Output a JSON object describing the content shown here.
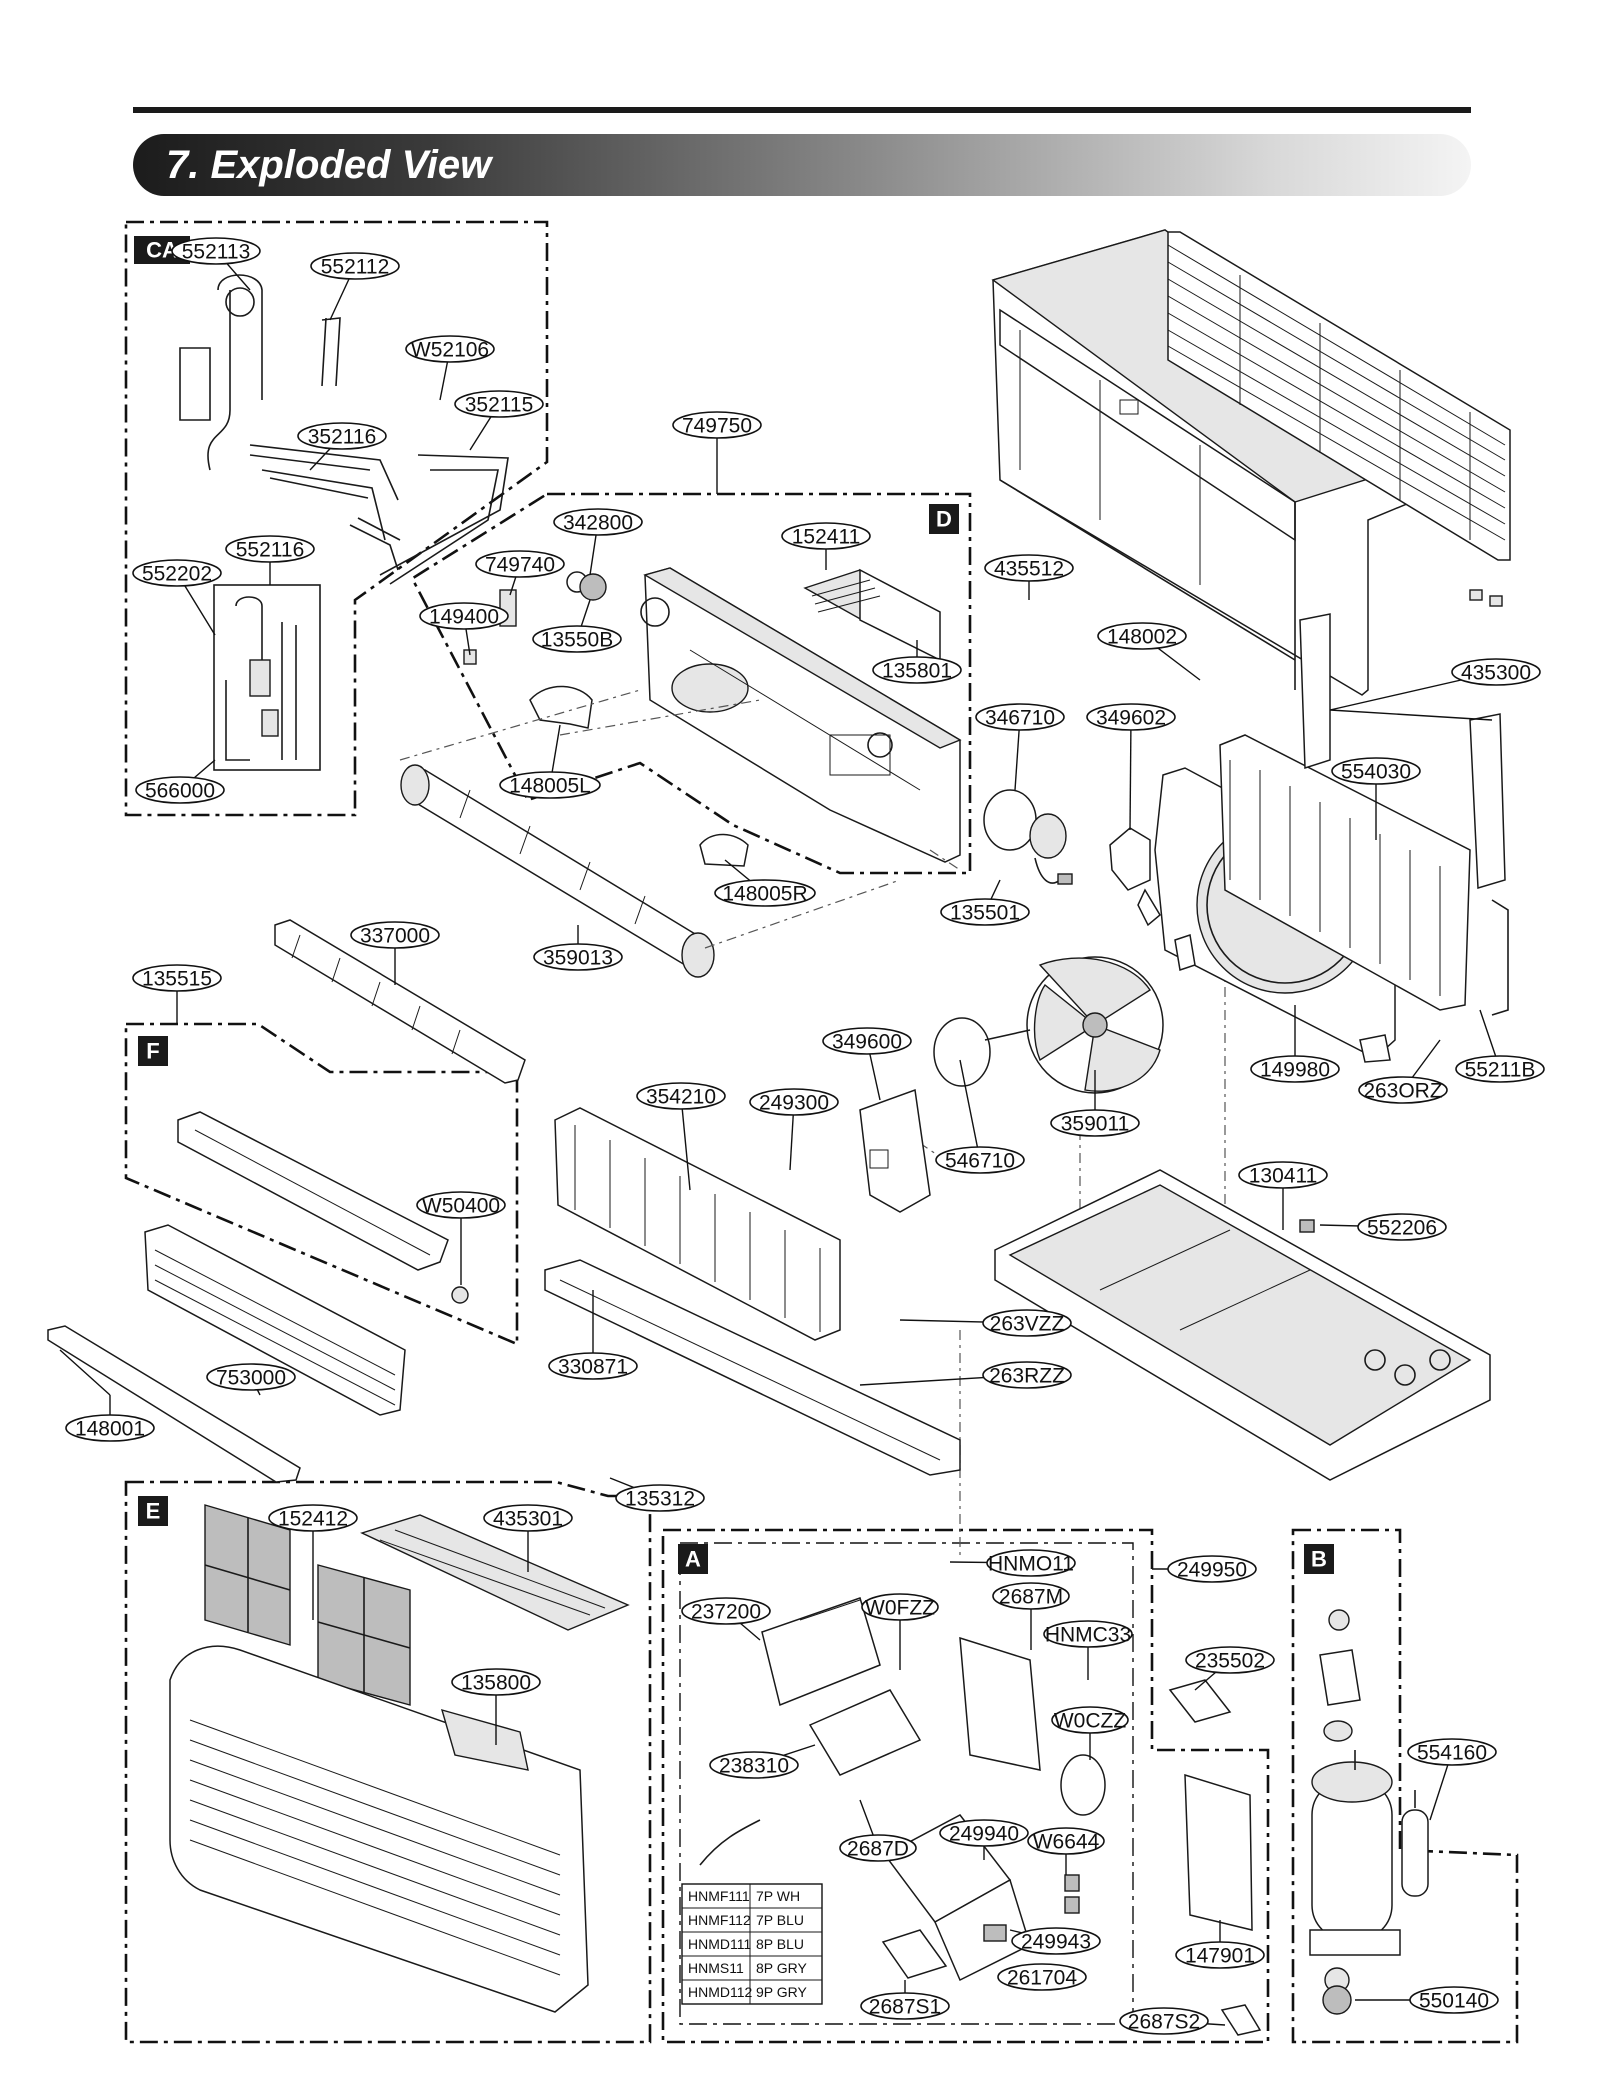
{
  "header": {
    "title": "7. Exploded View"
  },
  "groups": [
    {
      "id": "CA",
      "label": "CA"
    },
    {
      "id": "D",
      "label": "D"
    },
    {
      "id": "F",
      "label": "F"
    },
    {
      "id": "E",
      "label": "E"
    },
    {
      "id": "A",
      "label": "A"
    },
    {
      "id": "B",
      "label": "B"
    }
  ],
  "callouts": [
    "552113",
    "552112",
    "W52106",
    "352115",
    "352116",
    "552116",
    "552202",
    "566000",
    "749750",
    "342800",
    "749740",
    "149400",
    "13550B",
    "152411",
    "135801",
    "148005L",
    "148005R",
    "359013",
    "435512",
    "148002",
    "435300",
    "346710",
    "349602",
    "554030",
    "135501",
    "149980",
    "263ORZ",
    "55211B",
    "337000",
    "135515",
    "349600",
    "249300",
    "354210",
    "546710",
    "359011",
    "130411",
    "552206",
    "W50400",
    "753000",
    "148001",
    "263VZZ",
    "263RZZ",
    "330871",
    "135312",
    "152412",
    "435301",
    "135800",
    "HNMO11",
    "249950",
    "W0FZZ",
    "2687M",
    "237200",
    "HNMC33",
    "W0CZZ",
    "238310",
    "249940",
    "2687D",
    "W6644",
    "249943",
    "261704",
    "2687S1",
    "235502",
    "147901",
    "2687S2",
    "554160",
    "550140"
  ],
  "harness_table": {
    "rows": [
      {
        "code": "HNMF111",
        "desc": "7P WH"
      },
      {
        "code": "HNMF112",
        "desc": "7P BLU"
      },
      {
        "code": "HNMD111",
        "desc": "8P BLU"
      },
      {
        "code": "HNMS11",
        "desc": "8P GRY"
      },
      {
        "code": "HNMD112",
        "desc": "9P GRY"
      }
    ]
  }
}
